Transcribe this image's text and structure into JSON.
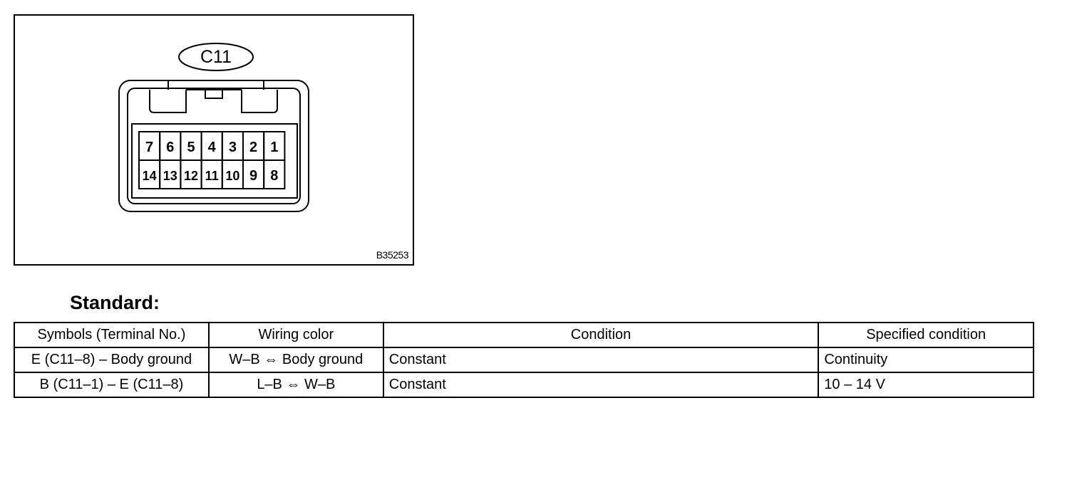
{
  "figure": {
    "connector_label": "C11",
    "figure_code": "B35253",
    "terminals_top_row": [
      "7",
      "6",
      "5",
      "4",
      "3",
      "2",
      "1"
    ],
    "terminals_bottom_row": [
      "14",
      "13",
      "12",
      "11",
      "10",
      "9",
      "8"
    ]
  },
  "standard": {
    "heading": "Standard:",
    "columns": [
      "Symbols (Terminal No.)",
      "Wiring color",
      "Condition",
      "Specified condition"
    ],
    "rows": [
      [
        "E (C11–8) – Body ground",
        "W–B ⇔ Body ground",
        "Constant",
        "Continuity"
      ],
      [
        "B (C11–1) – E (C11–8)",
        "L–B ⇔ W–B",
        "Constant",
        "10 – 14 V"
      ]
    ]
  }
}
